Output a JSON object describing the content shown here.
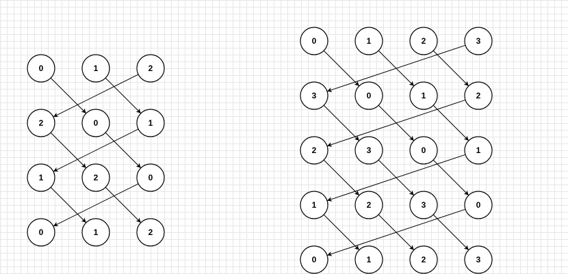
{
  "diagrams": [
    {
      "rows": [
        [
          "0",
          "1",
          "2"
        ],
        [
          "2",
          "0",
          "1"
        ],
        [
          "1",
          "2",
          "0"
        ],
        [
          "0",
          "1",
          "2"
        ]
      ]
    },
    {
      "rows": [
        [
          "0",
          "1",
          "2",
          "3"
        ],
        [
          "3",
          "0",
          "1",
          "2"
        ],
        [
          "2",
          "3",
          "0",
          "1"
        ],
        [
          "1",
          "2",
          "3",
          "0"
        ],
        [
          "0",
          "1",
          "2",
          "3"
        ]
      ]
    }
  ],
  "colors": {
    "stroke": "#000000",
    "node_fill": "#ffffff",
    "grid": "#e6e6e6"
  }
}
